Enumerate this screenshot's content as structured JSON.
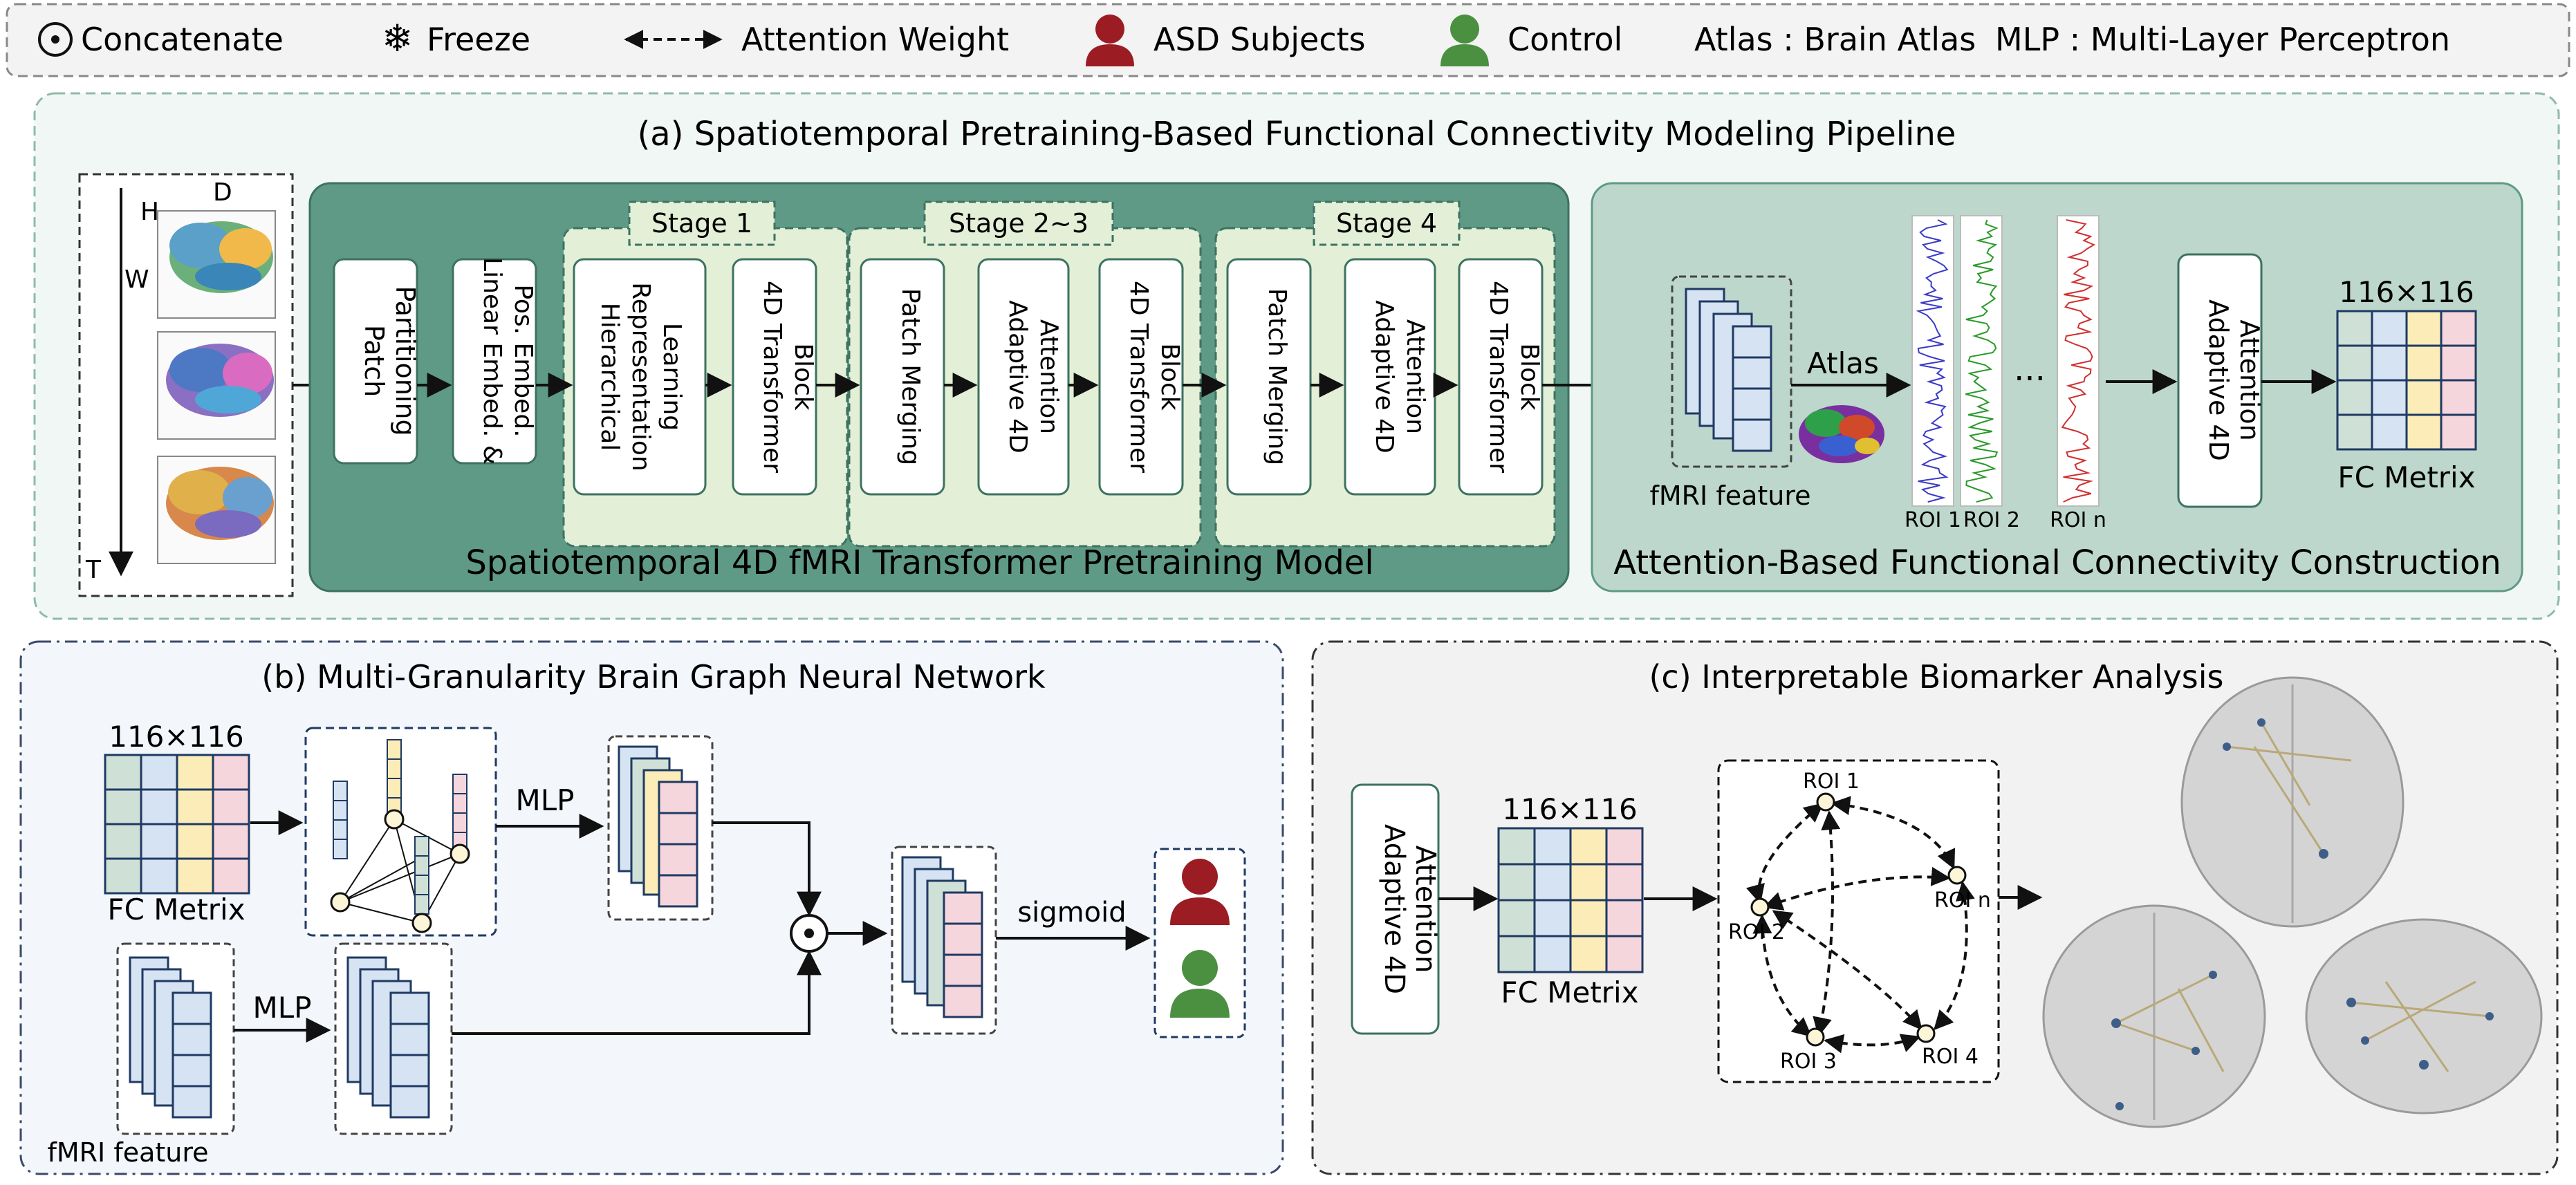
{
  "legend": {
    "concatenate": "Concatenate",
    "freeze": "Freeze",
    "attention_weight": "Attention Weight",
    "asd_subjects": "ASD Subjects",
    "control": "Control",
    "atlas": "Atlas : Brain Atlas",
    "mlp": "MLP : Multi-Layer Perceptron"
  },
  "panel_a": {
    "title": "(a) Spatiotemporal Pretraining-Based Functional Connectivity Modeling Pipeline",
    "input_axes": {
      "h": "H",
      "d": "D",
      "w": "W",
      "t": "T"
    },
    "model_title": "Spatiotemporal 4D fMRI Transformer Pretraining Model",
    "blocks": {
      "patch_partitioning": "Patch Partitioning",
      "linear_embed": "Linear Embed. & Pos. Embed.",
      "hierarchical": "Hierarchical Representation Learning",
      "transformer_1": "4D Transformer Block",
      "patch_merging_1": "Patch Merging",
      "adaptive_1": "Adaptive 4D Attention",
      "transformer_2": "4D Transformer Block",
      "patch_merging_2": "Patch Merging",
      "adaptive_2": "Adaptive 4D Attention",
      "transformer_3": "4D Transformer Block"
    },
    "stages": {
      "stage1": "Stage 1",
      "stage23": "Stage 2~3",
      "stage4": "Stage 4"
    },
    "fc_title": "Attention-Based Functional Connectivity Construction",
    "fmri_feature": "fMRI feature",
    "atlas": "Atlas",
    "roi_labels": [
      "ROI 1",
      "ROI 2",
      "ROI n"
    ],
    "ellipsis": "...",
    "adaptive_attention": "Adaptive 4D Attention",
    "matrix_size": "116×116",
    "fc_matrix": "FC Metrix"
  },
  "panel_b": {
    "title": "(b) Multi-Granularity Brain Graph Neural Network",
    "matrix_size": "116×116",
    "fc_matrix": "FC Metrix",
    "mlp_top": "MLP",
    "mlp_bottom": "MLP",
    "fmri_feature": "fMRI feature",
    "sigmoid": "sigmoid"
  },
  "panel_c": {
    "title": "(c) Interpretable Biomarker Analysis",
    "adaptive_attention": "Adaptive 4D Attention",
    "matrix_size": "116×116",
    "fc_matrix": "FC Metrix",
    "rois": [
      "ROI 1",
      "ROI 2",
      "ROI n",
      "ROI 3",
      "ROI 4"
    ]
  },
  "colors": {
    "green_panel": "#f1f7f4",
    "model_bg": "#5f9a86",
    "stage_bg": "#e3efd7",
    "block_border": "#4f8a74",
    "asd": "#9b1c22",
    "control": "#4a9040",
    "matrix": [
      "#cfe0d6",
      "#d6e3f2",
      "#fbecb8",
      "#f6d6dd"
    ]
  }
}
